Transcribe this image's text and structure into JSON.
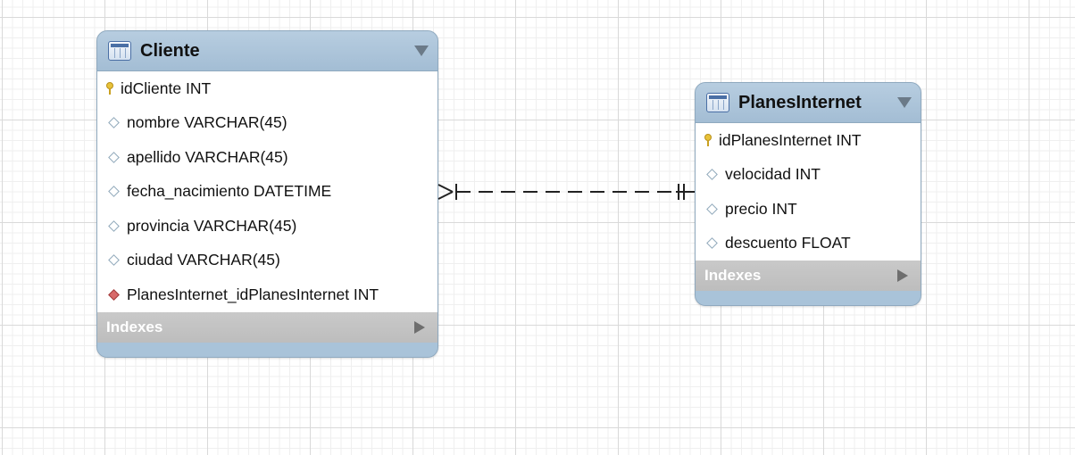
{
  "entities": [
    {
      "title": "Cliente",
      "columns": [
        {
          "name": "idCliente INT",
          "icon": "key-icon"
        },
        {
          "name": "nombre VARCHAR(45)",
          "icon": "diamond-icon"
        },
        {
          "name": "apellido VARCHAR(45)",
          "icon": "diamond-icon"
        },
        {
          "name": "fecha_nacimiento DATETIME",
          "icon": "diamond-icon"
        },
        {
          "name": "provincia VARCHAR(45)",
          "icon": "diamond-icon"
        },
        {
          "name": "ciudad VARCHAR(45)",
          "icon": "diamond-icon"
        },
        {
          "name": "PlanesInternet_idPlanesInternet INT",
          "icon": "foreign-key-icon"
        }
      ],
      "indexes_label": "Indexes"
    },
    {
      "title": "PlanesInternet",
      "columns": [
        {
          "name": "idPlanesInternet INT",
          "icon": "key-icon"
        },
        {
          "name": "velocidad INT",
          "icon": "diamond-icon"
        },
        {
          "name": "precio INT",
          "icon": "diamond-icon"
        },
        {
          "name": "descuento FLOAT",
          "icon": "diamond-icon"
        }
      ],
      "indexes_label": "Indexes"
    }
  ],
  "relationship": {
    "from": "Cliente",
    "to": "PlanesInternet",
    "from_cardinality": "many",
    "to_cardinality": "one-and-only-one",
    "line_style": "dashed"
  },
  "colors": {
    "header": "#a9c3d9",
    "indexes_bar": "#c3c3c3",
    "foreign_key": "#d86a6a",
    "primary_key": "#e8c23a"
  }
}
